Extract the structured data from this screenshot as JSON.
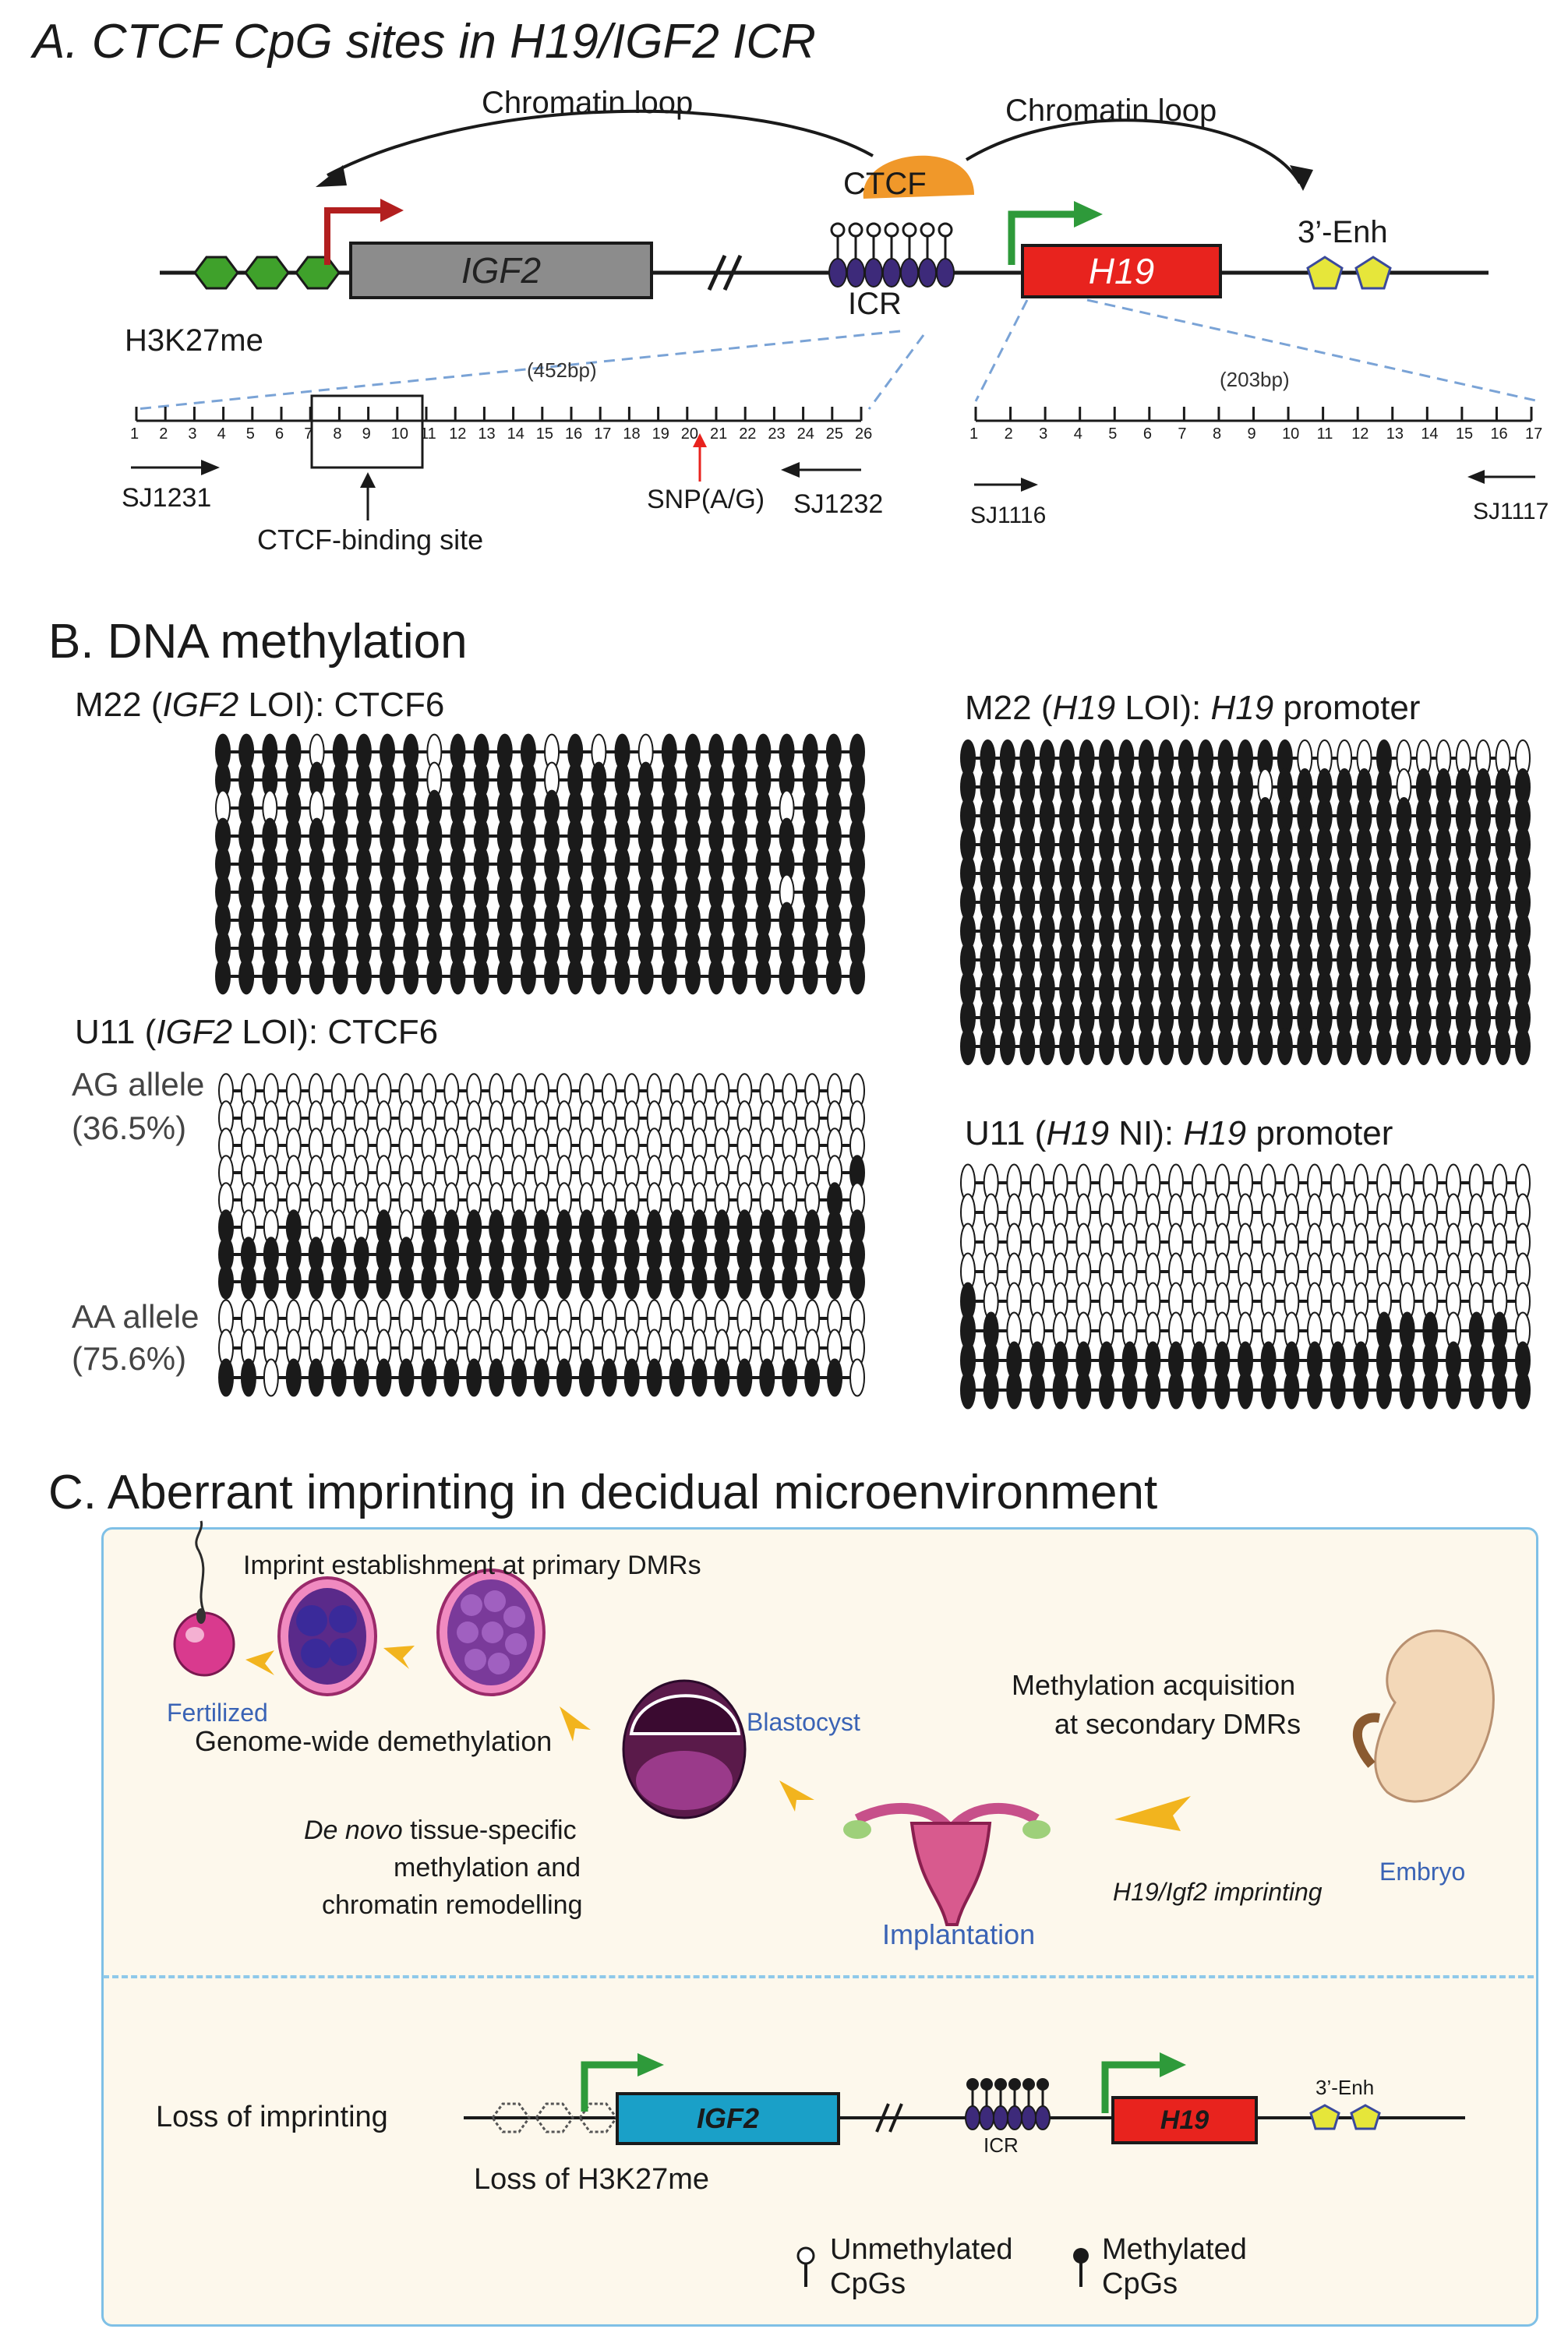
{
  "panel_a": {
    "title": "A. CTCF CpG sites in H19/IGF2 ICR",
    "loop_left": "Chromatin loop",
    "loop_right": "Chromatin loop",
    "ctcf": "CTCF",
    "igf2": "IGF2",
    "h19": "H19",
    "icr": "ICR",
    "enh": "3’-Enh",
    "h3k27me": "H3K27me",
    "left_len": "(452bp)",
    "right_len": "(203bp)",
    "left_ticks": [
      "1",
      "2",
      "3",
      "4",
      "5",
      "6",
      "7",
      "8",
      "9",
      "10",
      "11",
      "12",
      "13",
      "14",
      "15",
      "16",
      "17",
      "18",
      "19",
      "20",
      "21",
      "22",
      "23",
      "24",
      "25",
      "26"
    ],
    "right_ticks": [
      "1",
      "2",
      "3",
      "4",
      "5",
      "6",
      "7",
      "8",
      "9",
      "10",
      "11",
      "12",
      "13",
      "14",
      "15",
      "16",
      "17"
    ],
    "sj1231": "SJ1231",
    "sj1232": "SJ1232",
    "sj1116": "SJ1116",
    "sj1117": "SJ1117",
    "ctcf_binding": "CTCF-binding site",
    "snp": "SNP(A/G)"
  },
  "panel_b": {
    "title": "B. DNA methylation",
    "m22_igf2": {
      "pre": "M22 (",
      "gene": "IGF2",
      "post": " LOI): CTCF6"
    },
    "u11_igf2": {
      "pre": "U11 (",
      "gene": "IGF2",
      "post": " LOI): CTCF6"
    },
    "m22_h19": {
      "pre": "M22 (",
      "gene": "H19",
      "mid": " LOI): ",
      "gene2": "H19",
      "post": " promoter"
    },
    "u11_h19": {
      "pre": "U11 (",
      "gene": "H19",
      "mid": " NI): ",
      "gene2": "H19",
      "post": " promoter"
    },
    "ag_allele": "AG allele",
    "ag_pct": "(36.5%)",
    "aa_allele": "AA allele",
    "aa_pct": "(75.6%)"
  },
  "panel_c": {
    "title": "C. Aberrant imprinting in decidual microenvironment",
    "imprint_est": "Imprint establishment at primary DMRs",
    "fertilized": "Fertilized",
    "demethylation": "Genome-wide demethylation",
    "de_novo_1": "De novo",
    "de_novo_2": " tissue-specific",
    "de_novo_3": "methylation and",
    "de_novo_4": "chromatin remodelling",
    "blastocyst": "Blastocyst",
    "implantation": "Implantation",
    "methyl_acq_1": "Methylation acquisition",
    "methyl_acq_2": "at secondary DMRs",
    "h19_igf2_imprinting": "H19/Igf2 imprinting",
    "embryo": "Embryo",
    "loss_imprinting": "Loss of imprinting",
    "igf2": "IGF2",
    "h19": "H19",
    "icr": "ICR",
    "enh": "3’-Enh",
    "loss_h3k27me": "Loss of H3K27me",
    "unmeth_1": "Unmethylated",
    "unmeth_2": "CpGs",
    "meth_1": "Methylated",
    "meth_2": "CpGs"
  },
  "colors": {
    "igf2_box": "#8c8c8c",
    "h19_box": "#e8231e",
    "igf2_box_c": "#1aa0c8",
    "ctcf": "#f0982a",
    "icr_dots": "#3d2a7a",
    "hex_green": "#3fa12b",
    "enh_yellow": "#e6e63a",
    "arrow_red": "#b21f1f",
    "arrow_green": "#2e9a3a",
    "panel_c_bg": "#fdf8ec",
    "panel_c_border": "#7fc0e6",
    "blue_label": "#3a63b5",
    "yellow_arrow": "#f2b41e"
  },
  "methylation": {
    "m22_igf2": [
      "0000100001000010101000000000",
      "0000000001000010000000000000",
      "1010100000000000000000001000",
      "0000000000000000000000000000",
      "0000000000000000000000000000",
      "0000000000000000000000001000",
      "0000000000000000000000000000",
      "0000000000000000000000000000",
      "0000000000000000000000000000"
    ],
    "u11_igf2_ag": [
      "11111111111111111111111111111",
      "11111111111111111111111111111",
      "11111111111111111111111111111",
      "11111111111111111111111111110",
      "11111111111111111111111111101",
      "01101110100000000000000000000",
      "00000000000000000000000000000",
      "00000000000000000000000000000"
    ],
    "u11_igf2_aa": [
      "11111111111111111111111111111",
      "11111111111111111111111111111",
      "00100000000000000000000000001"
    ],
    "m22_h19": [
      "00000000000000000111101111111",
      "00000000000000010000001000000",
      "00000000000000000000000000000",
      "00000000000000000000000000000",
      "00000000000000000000000000000",
      "00000000000000000000000000000",
      "00000000000000000000000000000",
      "00000000000000000000000000000",
      "00000000000000000000000000000",
      "00000000000000000000000000000",
      "00000000000000000000000000000"
    ],
    "u11_h19": [
      "1111111111111111111111111",
      "1111111111111111111111111",
      "1111111111111111111111111",
      "1111111111111111111111111",
      "0111111111111111111111111",
      "0011111111111111110001001",
      "0000000000000000000000000",
      "0000000000000000000000000"
    ]
  }
}
